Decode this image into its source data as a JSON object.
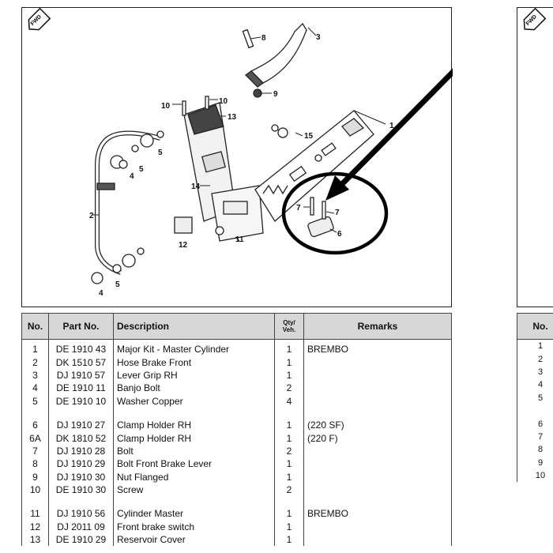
{
  "diagram": {
    "fwd_label": "FWD",
    "callouts": [
      "1",
      "2",
      "3",
      "4",
      "4",
      "5",
      "5",
      "5",
      "6",
      "7",
      "7",
      "8",
      "9",
      "10",
      "10",
      "11",
      "12",
      "13",
      "14",
      "15"
    ]
  },
  "table": {
    "headers": {
      "no": "No.",
      "part_no": "Part No.",
      "description": "Description",
      "qty_line1": "Qty/",
      "qty_line2": "Veh.",
      "remarks": "Remarks"
    },
    "groups": [
      [
        {
          "no": "1",
          "part": "DE 1910 43",
          "desc": "Major Kit - Master Cylinder",
          "qty": "1",
          "remarks": "BREMBO"
        },
        {
          "no": "2",
          "part": "DK 1510 57",
          "desc": "Hose Brake Front",
          "qty": "1",
          "remarks": ""
        },
        {
          "no": "3",
          "part": "DJ 1910 57",
          "desc": "Lever Grip RH",
          "qty": "1",
          "remarks": ""
        },
        {
          "no": "4",
          "part": "DE 1910 11",
          "desc": "Banjo Bolt",
          "qty": "2",
          "remarks": ""
        },
        {
          "no": "5",
          "part": "DE 1910 10",
          "desc": "Washer Copper",
          "qty": "4",
          "remarks": ""
        }
      ],
      [
        {
          "no": "6",
          "part": "DJ 1910 27",
          "desc": "Clamp Holder RH",
          "qty": "1",
          "remarks": "(220 SF)"
        },
        {
          "no": "6A",
          "part": "DK 1810 52",
          "desc": "Clamp Holder RH",
          "qty": "1",
          "remarks": "(220 F)"
        },
        {
          "no": "7",
          "part": "DJ 1910 28",
          "desc": "Bolt",
          "qty": "2",
          "remarks": ""
        },
        {
          "no": "8",
          "part": "DJ 1910 29",
          "desc": "Bolt Front Brake Lever",
          "qty": "1",
          "remarks": ""
        },
        {
          "no": "9",
          "part": "DJ 1910 30",
          "desc": "Nut Flanged",
          "qty": "1",
          "remarks": ""
        },
        {
          "no": "10",
          "part": "DE 1910 30",
          "desc": "Screw",
          "qty": "2",
          "remarks": ""
        }
      ],
      [
        {
          "no": "11",
          "part": "DJ 1910 56",
          "desc": "Cylinder Master",
          "qty": "1",
          "remarks": "BREMBO"
        },
        {
          "no": "12",
          "part": "DJ 2011 09",
          "desc": "Front brake switch",
          "qty": "1",
          "remarks": ""
        },
        {
          "no": "13",
          "part": "DE 1910 29",
          "desc": "Reservoir Cover",
          "qty": "1",
          "remarks": ""
        }
      ]
    ]
  },
  "right_panel": {
    "header_no": "No.",
    "numbers": [
      "1",
      "2",
      "3",
      "4",
      "5",
      "",
      "6",
      "7",
      "8",
      "9",
      "10"
    ]
  }
}
